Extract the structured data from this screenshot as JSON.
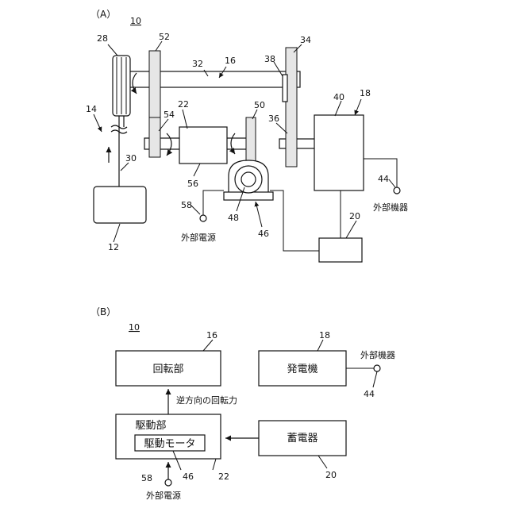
{
  "section_a": {
    "label": "（A）",
    "system_ref": "10",
    "refs": {
      "r28": "28",
      "r52": "52",
      "r32": "32",
      "r16": "16",
      "r38": "38",
      "r34": "34",
      "r14": "14",
      "r54": "54",
      "r22": "22",
      "r50": "50",
      "r36": "36",
      "r40": "40",
      "r18": "18",
      "r30": "30",
      "r56": "56",
      "r44": "44",
      "r58": "58",
      "r48": "48",
      "r46": "46",
      "r20": "20",
      "r12": "12"
    },
    "external_device": "外部機器",
    "external_power": "外部電源"
  },
  "section_b": {
    "label": "（B）",
    "system_ref": "10",
    "rotating_part": "回転部",
    "generator": "発電機",
    "drive_part": "駆動部",
    "drive_motor": "駆動モータ",
    "storage": "蓄電器",
    "reverse_rotation": "逆方向の回転力",
    "external_device": "外部機器",
    "external_power": "外部電源",
    "refs": {
      "r16": "16",
      "r18": "18",
      "r44": "44",
      "r22": "22",
      "r46": "46",
      "r58": "58",
      "r20": "20"
    }
  }
}
